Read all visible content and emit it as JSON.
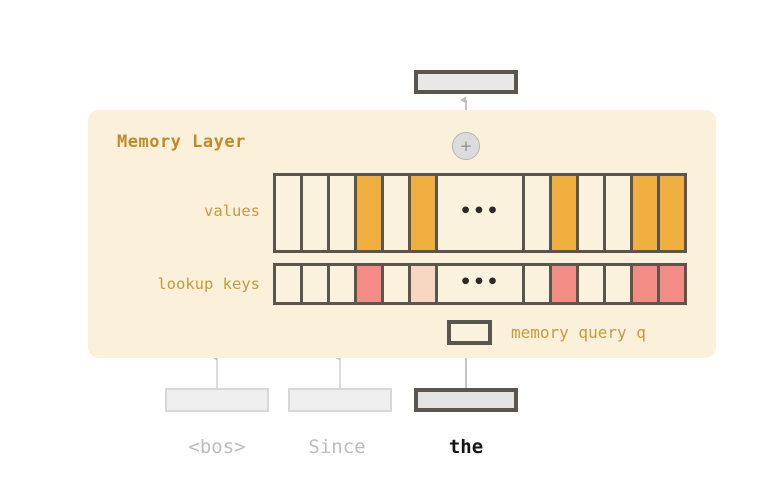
{
  "diagram": {
    "title": "Memory Layer",
    "output_box": {
      "name": "output-representation",
      "value": ""
    },
    "aggregator": {
      "symbol": "+",
      "name": "sum-node"
    },
    "rows": [
      {
        "id": "values",
        "label": "values",
        "ellipsis": "•••",
        "cells_left": [
          {
            "state": "empty"
          },
          {
            "state": "empty"
          },
          {
            "state": "empty"
          },
          {
            "state": "selected"
          },
          {
            "state": "empty"
          },
          {
            "state": "selected"
          }
        ],
        "cells_right": [
          {
            "state": "empty"
          },
          {
            "state": "selected"
          },
          {
            "state": "empty"
          },
          {
            "state": "empty"
          },
          {
            "state": "selected"
          },
          {
            "state": "selected"
          }
        ]
      },
      {
        "id": "lookup-keys",
        "label": "lookup keys",
        "ellipsis": "•••",
        "cells_left": [
          {
            "state": "empty"
          },
          {
            "state": "empty"
          },
          {
            "state": "empty"
          },
          {
            "state": "match-strong"
          },
          {
            "state": "empty"
          },
          {
            "state": "match-weak"
          }
        ],
        "cells_right": [
          {
            "state": "empty"
          },
          {
            "state": "match-strong"
          },
          {
            "state": "empty"
          },
          {
            "state": "empty"
          },
          {
            "state": "match-strong"
          },
          {
            "state": "match-strong"
          }
        ]
      }
    ],
    "query": {
      "label": "memory query q",
      "box_name": "memory-query-box"
    },
    "tokens": [
      {
        "label": "<bos>",
        "state": "dim"
      },
      {
        "label": "Since",
        "state": "dim"
      },
      {
        "label": "the",
        "state": "active"
      }
    ]
  },
  "colors": {
    "panel_bg": "#FBF0D9",
    "panel_title": "#BF8A2A",
    "row_label": "#C9993F",
    "cell_border": "#5A564E",
    "cell_empty": "#FBF2DE",
    "value_selected": "#F0AF3F",
    "key_match_strong": "#F28C85",
    "key_match_medium": "#F0A99E",
    "key_match_weak": "#F7D6C2",
    "connector": "#C9C2B0",
    "arrow": "#BDBDBD",
    "token_active_border": "#5A564E",
    "token_dim_border": "#D8D8D8",
    "token_active_text": "#141414",
    "token_dim_text": "#BDBDBD"
  }
}
